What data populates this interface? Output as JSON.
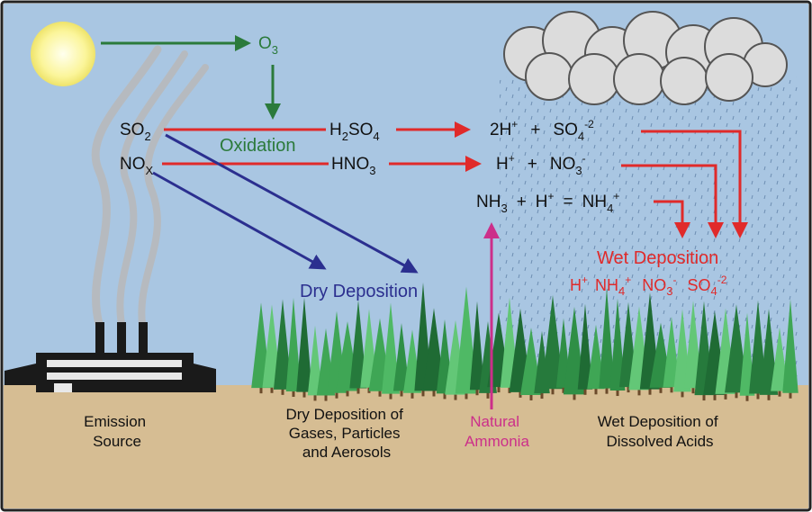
{
  "colors": {
    "sky": "#a9c6e2",
    "ground": "#d6bd93",
    "frame": "#222222",
    "oxidation_green": "#2b7a3b",
    "acid_red": "#e02a2a",
    "dry_blue": "#2b2f8f",
    "ammonia_magenta": "#cc2f8a",
    "text_dark": "#111111",
    "rain": "#6e8fb3",
    "cloud": "#d9d9d9"
  },
  "labels": {
    "ozone": {
      "base": "O",
      "sub": "3"
    },
    "oxidation": "Oxidation",
    "so2": {
      "base": "SO",
      "sub": "2"
    },
    "nox": {
      "base": "NO",
      "sub": "X"
    },
    "h2so4": {
      "a": "H",
      "sub1": "2",
      "b": "SO",
      "sub2": "4"
    },
    "hno3": {
      "a": "HNO",
      "sub": "3"
    },
    "sulfate_eq": {
      "a": "2H",
      "sup1": "+",
      "plus": "+",
      "b": "SO",
      "sub": "4",
      "sup2": "-2"
    },
    "nitrate_eq": {
      "a": "H",
      "sup1": "+",
      "plus": "+",
      "b": "NO",
      "sub": "3",
      "sup2": "-"
    },
    "ammonium_eq": {
      "a": "NH",
      "sub1": "3",
      "plus": "+",
      "b": "H",
      "sup1": "+",
      "eq": "=",
      "c": "NH",
      "sub2": "4",
      "sup2": "+"
    },
    "dry_deposition": "Dry Deposition",
    "wet_deposition": "Wet Deposition",
    "wet_ions": {
      "h": "H",
      "h_sup": "+",
      "nh": "NH",
      "nh_sub": "4",
      "nh_sup": "+",
      "no": "NO",
      "no_sub": "3",
      "no_sup": "-",
      "so": "SO",
      "so_sub": "4",
      "so_sup": "-2"
    },
    "emission_source": [
      "Emission",
      "Source"
    ],
    "dry_dep_caption": [
      "Dry Deposition of",
      "Gases, Particles",
      "and Aerosols"
    ],
    "natural_ammonia": [
      "Natural",
      "Ammonia"
    ],
    "wet_dep_caption": [
      "Wet Deposition of",
      "Dissolved Acids"
    ]
  }
}
